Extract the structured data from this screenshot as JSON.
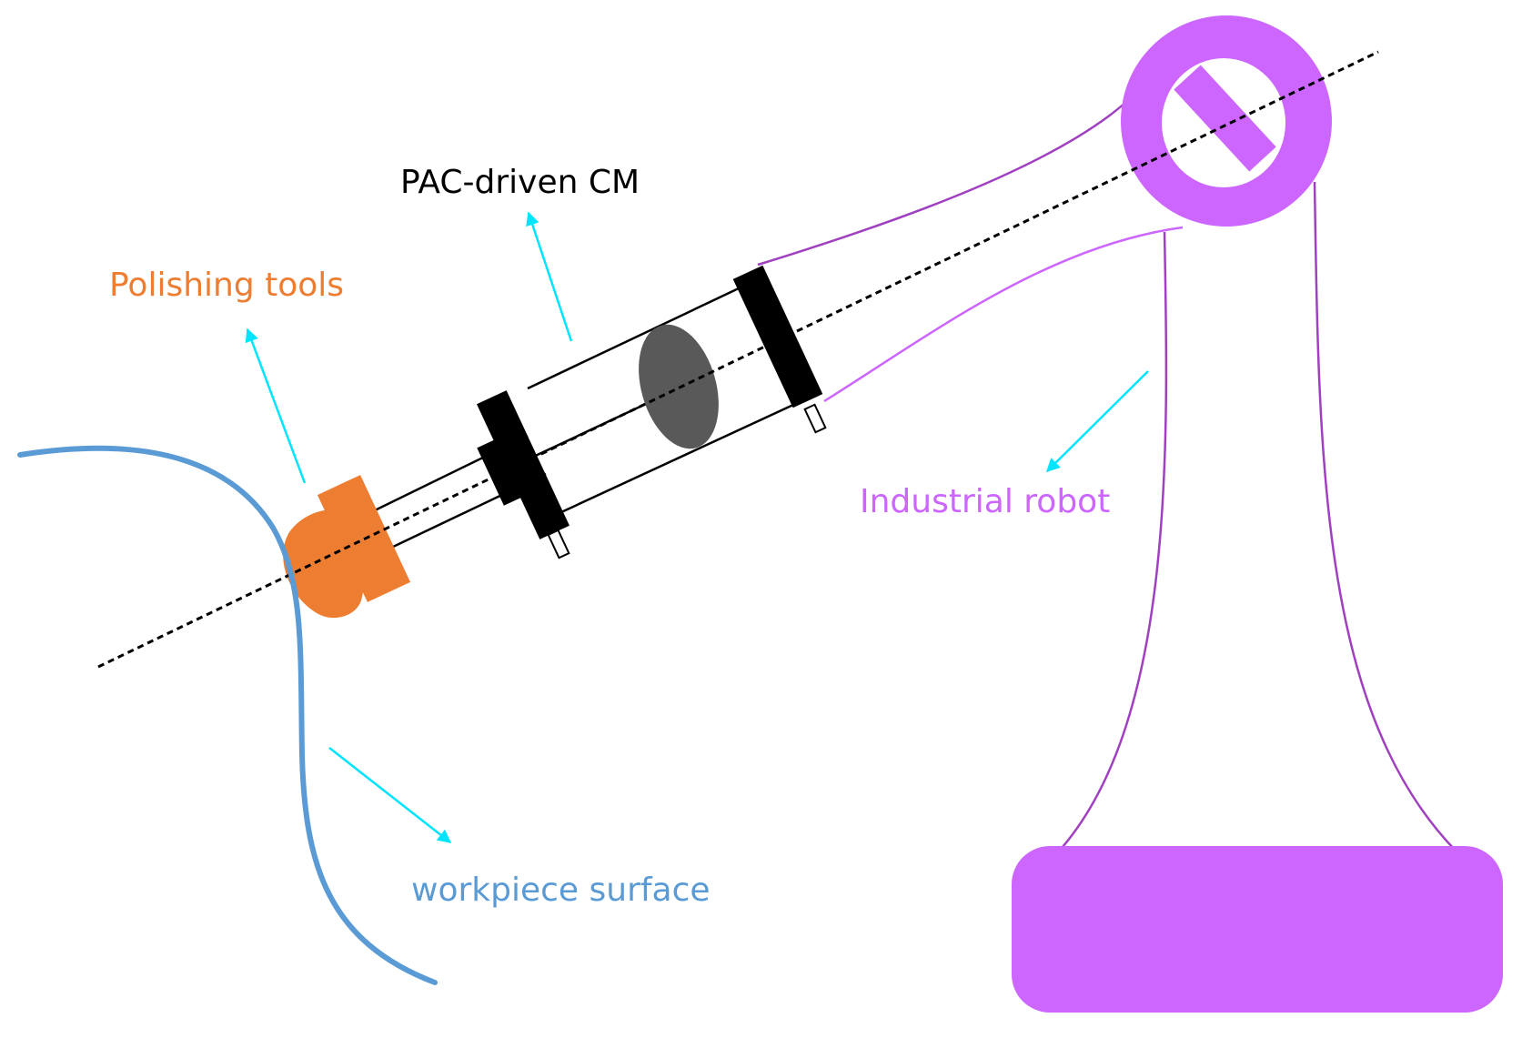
{
  "labels": {
    "polishing_tools": "Polishing tools",
    "pac_driven_cm": "PAC-driven CM",
    "industrial_robot": "Industrial robot",
    "workpiece_surface": "workpiece surface"
  },
  "colors": {
    "polishing_tools": "#ED7D31",
    "pac_driven_cm": "#000000",
    "industrial_robot": "#CC66FF",
    "workpiece_surface": "#5B9BD5",
    "arrow": "#00E5FF",
    "lens": "#595959"
  }
}
